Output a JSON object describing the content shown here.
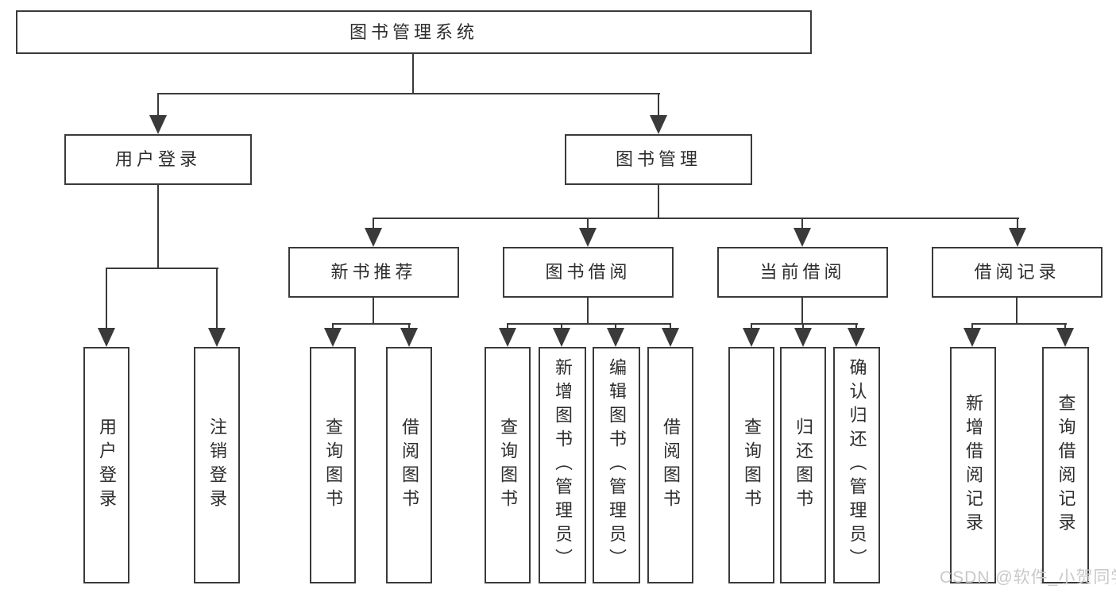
{
  "tree": {
    "label": "图书管理系统",
    "children": [
      {
        "label": "用户登录",
        "children": [
          {
            "label": "用户登录"
          },
          {
            "label": "注销登录"
          }
        ]
      },
      {
        "label": "图书管理",
        "children": [
          {
            "label": "新书推荐",
            "children": [
              {
                "label": "查询图书"
              },
              {
                "label": "借阅图书"
              }
            ]
          },
          {
            "label": "图书借阅",
            "children": [
              {
                "label": "查询图书"
              },
              {
                "label": "新增图书（管理员）"
              },
              {
                "label": "编辑图书（管理员）"
              },
              {
                "label": "借阅图书"
              }
            ]
          },
          {
            "label": "当前借阅",
            "children": [
              {
                "label": "查询图书"
              },
              {
                "label": "归还图书"
              },
              {
                "label": "确认归还（管理员）"
              }
            ]
          },
          {
            "label": "借阅记录",
            "children": [
              {
                "label": "新增借阅记录"
              },
              {
                "label": "查询借阅记录"
              }
            ]
          }
        ]
      }
    ]
  },
  "watermark": {
    "text": "CSDN @软件_小贺同学"
  },
  "colors": {
    "line": "#3a3a3a",
    "text": "#2d2d2d",
    "watermark": "#c9c9c9",
    "background": "#ffffff"
  }
}
